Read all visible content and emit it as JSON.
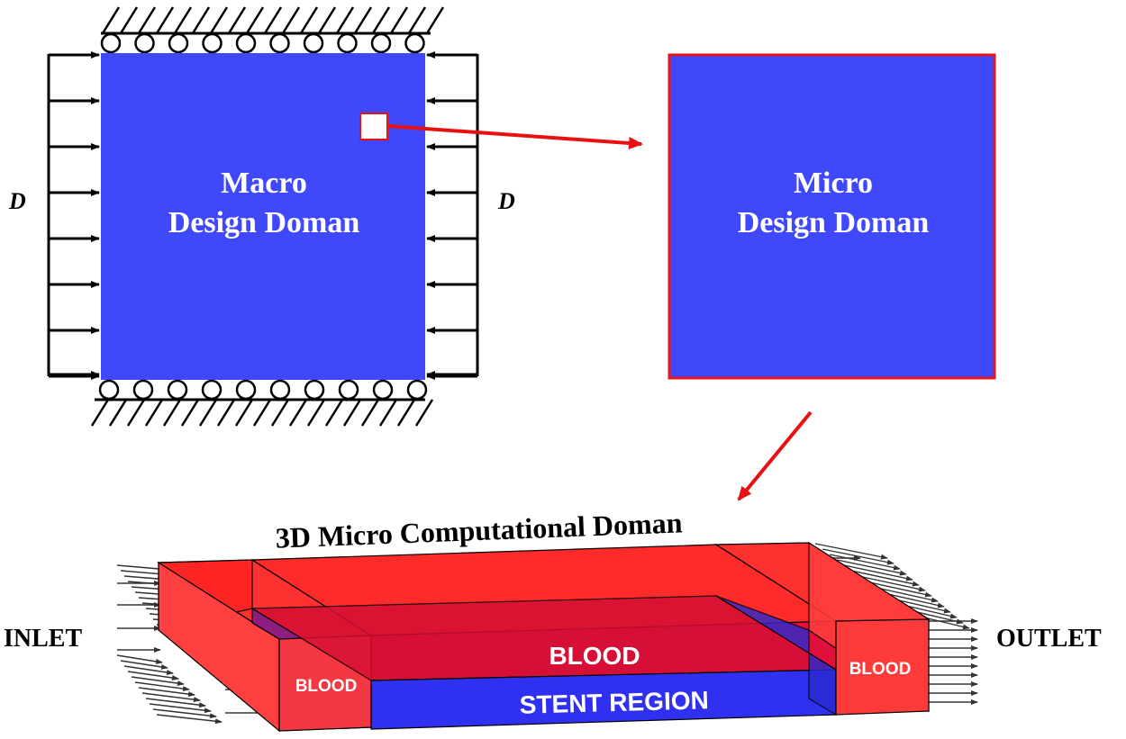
{
  "macro": {
    "title_line1": "Macro",
    "title_line2": "Design Doman",
    "load_label_left": "D",
    "load_label_right": "D",
    "fill_color": "#3f48fb"
  },
  "micro": {
    "title_line1": "Micro",
    "title_line2": "Design Doman",
    "fill_color": "#3f48fb",
    "border_color": "#e8141a"
  },
  "computational": {
    "title": "3D Micro Computational Doman",
    "inlet_label": "INLET",
    "outlet_label": "OUTLET",
    "blood_center_label": "BLOOD",
    "blood_left_label": "BLOOD",
    "blood_right_label": "BLOOD",
    "stent_label": "STENT REGION",
    "blood_color": "#ff2424",
    "stent_color": "#3030f0"
  },
  "colors": {
    "arrow_red": "#e81010",
    "text_white": "#ffffff",
    "text_black": "#000000"
  }
}
